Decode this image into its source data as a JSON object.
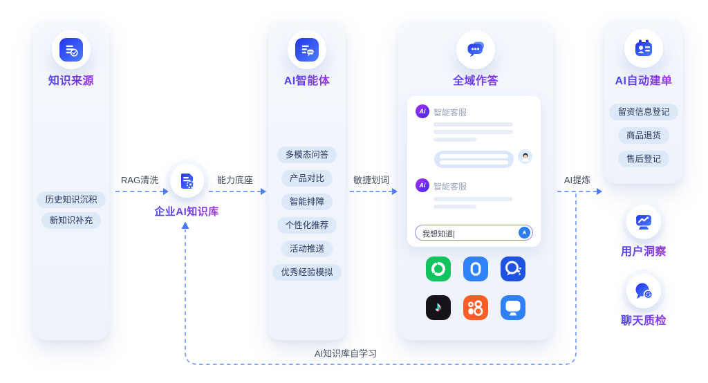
{
  "columns": {
    "knowledge_source": {
      "title": "知识来源",
      "icon": "doc-check-icon",
      "items": [
        "历史知识沉积",
        "新知识补充"
      ]
    },
    "ai_agent": {
      "title": "AI智能体",
      "icon": "doc-chat-icon",
      "items": [
        "多模态问答",
        "产品对比",
        "智能排障",
        "个性化推荐",
        "活动推送",
        "优秀经验模拟"
      ]
    },
    "omni_answer": {
      "title": "全域作答",
      "icon": "chat-bubbles-icon"
    },
    "auto_ticket": {
      "title": "AI自动建单",
      "icon": "form-card-icon",
      "items": [
        "留资信息登记",
        "商品退货",
        "售后登记"
      ]
    }
  },
  "kb_node": {
    "label": "企业AI知识库",
    "icon": "doc-gear-icon"
  },
  "flow_labels": {
    "rag": "RAG清洗",
    "capability": "能力底座",
    "word_select": "敏捷划词",
    "refine": "AI提炼",
    "self_learning": "AI知识库自学习"
  },
  "chat_panel": {
    "agent_name_1": "智能客服",
    "agent_name_2": "智能客服",
    "ai_avatar_text": "Ai",
    "input_value": "我想知道",
    "cursor": "|",
    "douyin_glyph": "♪",
    "channel_icons": [
      "wechat-icon",
      "miniprogram-icon",
      "wecom-icon",
      "douyin-icon",
      "kuaishou-icon",
      "web-monitor-icon"
    ]
  },
  "side_nodes": {
    "user_insight": {
      "label": "用户洞察",
      "icon": "chart-monitor-icon"
    },
    "chat_qc": {
      "label": "聊天质检",
      "icon": "chat-gear-icon"
    }
  },
  "colors": {
    "title_gradient_start": "#2f4bf0",
    "title_gradient_end": "#b32ce2",
    "icon_blue_start": "#2433ee",
    "icon_blue_end": "#4a7df6",
    "dash_line": "#7b9cf3",
    "pill_bg": "#dde9f8",
    "pill_text": "#26355b",
    "wechat_green": "#12c45f",
    "miniprogram_blue": "#2f82f7",
    "wecom_blue": "#1d53e0",
    "douyin_black": "#16121a",
    "kuaishou_orange": "#fb5d28",
    "web_blue": "#2f80f7"
  }
}
